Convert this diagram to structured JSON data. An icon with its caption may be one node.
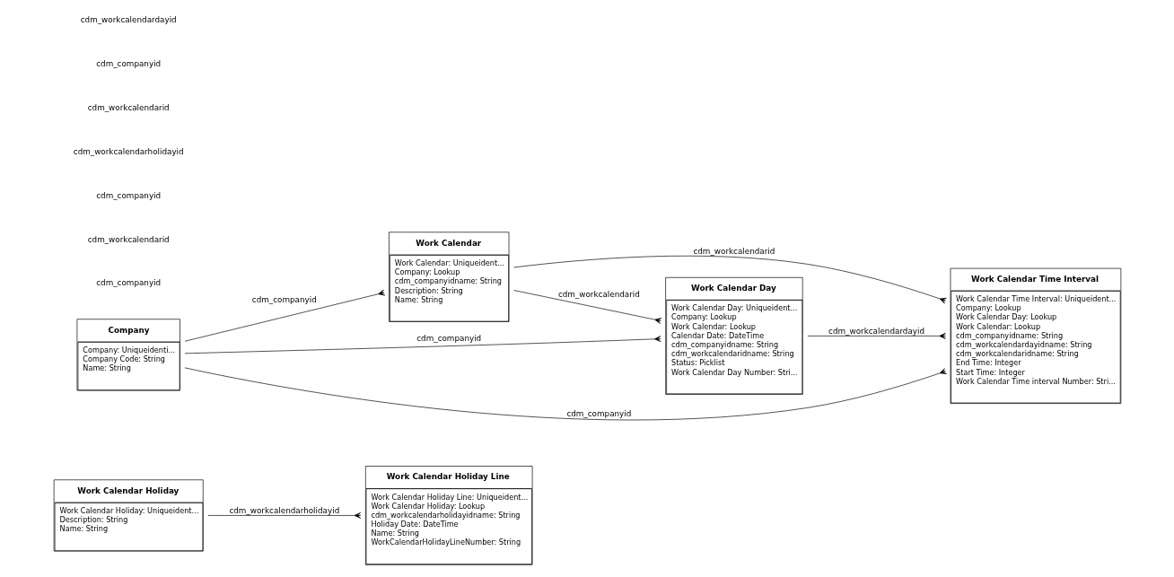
{
  "diagram": {
    "nodes": [
      {
        "text": [
          "Work Calendar Holiday",
          "Work Calendar Holiday: Uniqueident...",
          "Description: String",
          "Name: String"
        ]
      },
      {
        "text": [
          "Work Calendar",
          "Work Calendar: Uniqueident...",
          "Company: Lookup",
          "cdm_companyidname: String",
          "Description: String",
          "Name: String"
        ]
      },
      {
        "text": [
          "Company",
          "Company: Uniqueidenti...",
          "Company Code: String",
          "Name: String"
        ]
      },
      {
        "text": [
          "Work Calendar Day",
          "Work Calendar Day: Uniqueident...",
          "Company: Lookup",
          "Work Calendar: Lookup",
          "Calendar Date: DateTime",
          "cdm_companyidname: String",
          "cdm_workcalendaridname: String",
          "Status: Picklist",
          "Work Calendar Day Number: Stri..."
        ]
      },
      {
        "text": [
          "Work Calendar Holiday Line",
          "Work Calendar Holiday Line: Uniqueident...",
          "Work Calendar Holiday: Lookup",
          "cdm_workcalendarholidayidname: String",
          "Holiday Date: DateTime",
          "Name: String",
          "WorkCalendarHolidayLineNumber: String"
        ]
      },
      {
        "text": [
          "Work Calendar Time Interval",
          "Work Calendar Time Interval: Uniqueident...",
          "Company: Lookup",
          "Work Calendar Day: Lookup",
          "Work Calendar: Lookup",
          "cdm_companyidname: String",
          "cdm_workcalendardayidname: String",
          "cdm_workcalendaridname: String",
          "End Time: Integer",
          "Start Time: Integer",
          "Work Calendar Time interval Number: Stri..."
        ]
      }
    ],
    "edges": [
      {
        "from": 0,
        "to": 4,
        "arrow": "other",
        "label": "cdm_workcalendarholidayid"
      },
      {
        "from": 2,
        "to": 1,
        "arrow": "other",
        "label": "cdm_companyid"
      },
      {
        "from": 1,
        "to": 3,
        "arrow": "other",
        "label": "cdm_workcalendarid"
      },
      {
        "from": 2,
        "to": 3,
        "arrow": "other",
        "label": "cdm_companyid"
      },
      {
        "from": 1,
        "to": 5,
        "arrow": "other",
        "label": "cdm_workcalendarid"
      },
      {
        "from": 3,
        "to": 5,
        "arrow": "other",
        "label": "cdm_workcalendardayid"
      },
      {
        "from": 2,
        "to": 5,
        "arrow": "other",
        "label": "cdm_companyid"
      }
    ],
    "labels": [
      "cdm_companyid",
      "cdm_workcalendarid",
      "cdm_companyid",
      "cdm_workcalendarholidayid",
      "cdm_workcalendarid",
      "cdm_companyid",
      "cdm_workcalendardayid"
    ]
  }
}
